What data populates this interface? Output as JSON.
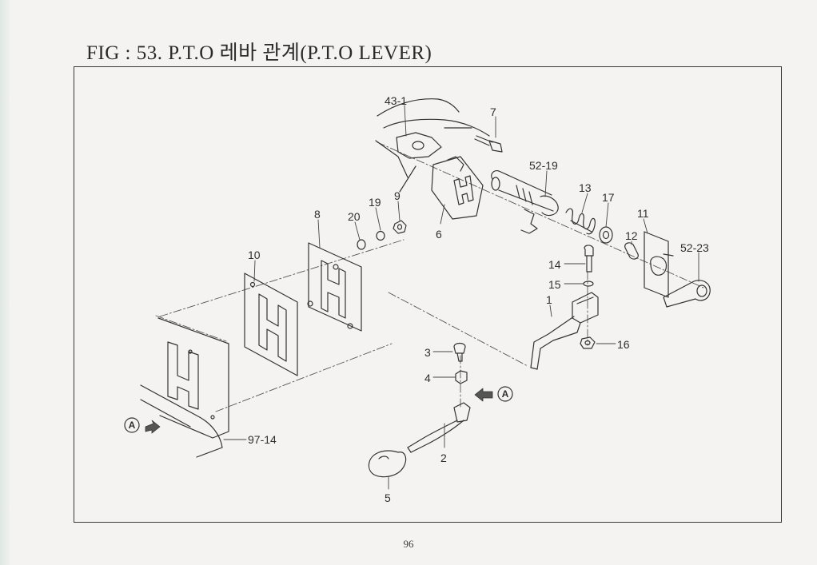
{
  "figure": {
    "title": "FIG : 53. P.T.O 레바 관계(P.T.O LEVER)"
  },
  "callouts": [
    {
      "id": "c-43-1",
      "label": "43-1"
    },
    {
      "id": "c-7",
      "label": "7"
    },
    {
      "id": "c-52-19",
      "label": "52-19"
    },
    {
      "id": "c-13",
      "label": "13"
    },
    {
      "id": "c-17",
      "label": "17"
    },
    {
      "id": "c-11",
      "label": "11"
    },
    {
      "id": "c-12",
      "label": "12"
    },
    {
      "id": "c-52-23",
      "label": "52-23"
    },
    {
      "id": "c-6",
      "label": "6"
    },
    {
      "id": "c-9",
      "label": "9"
    },
    {
      "id": "c-19",
      "label": "19"
    },
    {
      "id": "c-20",
      "label": "20"
    },
    {
      "id": "c-8",
      "label": "8"
    },
    {
      "id": "c-10",
      "label": "10"
    },
    {
      "id": "c-14",
      "label": "14"
    },
    {
      "id": "c-15",
      "label": "15"
    },
    {
      "id": "c-1",
      "label": "1"
    },
    {
      "id": "c-16",
      "label": "16"
    },
    {
      "id": "c-3",
      "label": "3"
    },
    {
      "id": "c-4",
      "label": "4"
    },
    {
      "id": "c-2",
      "label": "2"
    },
    {
      "id": "c-5",
      "label": "5"
    },
    {
      "id": "c-97-14",
      "label": "97-14"
    }
  ],
  "markers": [
    {
      "id": "marker-a-left",
      "letter": "A"
    },
    {
      "id": "marker-a-right",
      "letter": "A"
    }
  ],
  "page": {
    "number": "96"
  }
}
